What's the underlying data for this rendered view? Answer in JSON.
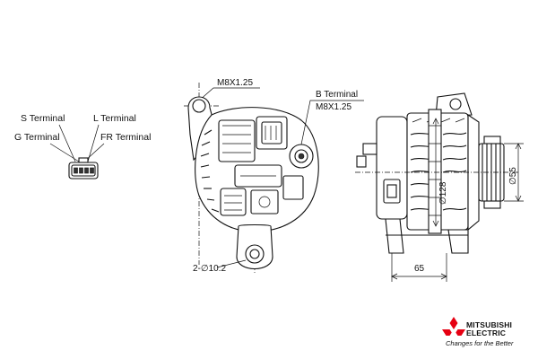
{
  "connector": {
    "s_terminal": "S Terminal",
    "l_terminal": "L Terminal",
    "g_terminal": "G Terminal",
    "fr_terminal": "FR Terminal"
  },
  "front_view": {
    "upper_thread": "M8X1.25",
    "b_terminal": "B Terminal",
    "b_thread": "M8X1.25",
    "mount_hole": "2-∅10.2"
  },
  "side_view": {
    "body_diameter": "∅128",
    "pulley_diameter": "∅55",
    "length": "65"
  },
  "brand": {
    "name_line1": "MITSUBISHI",
    "name_line2": "ELECTRIC",
    "tagline": "Changes for the Better",
    "logo_color": "#e60012"
  }
}
